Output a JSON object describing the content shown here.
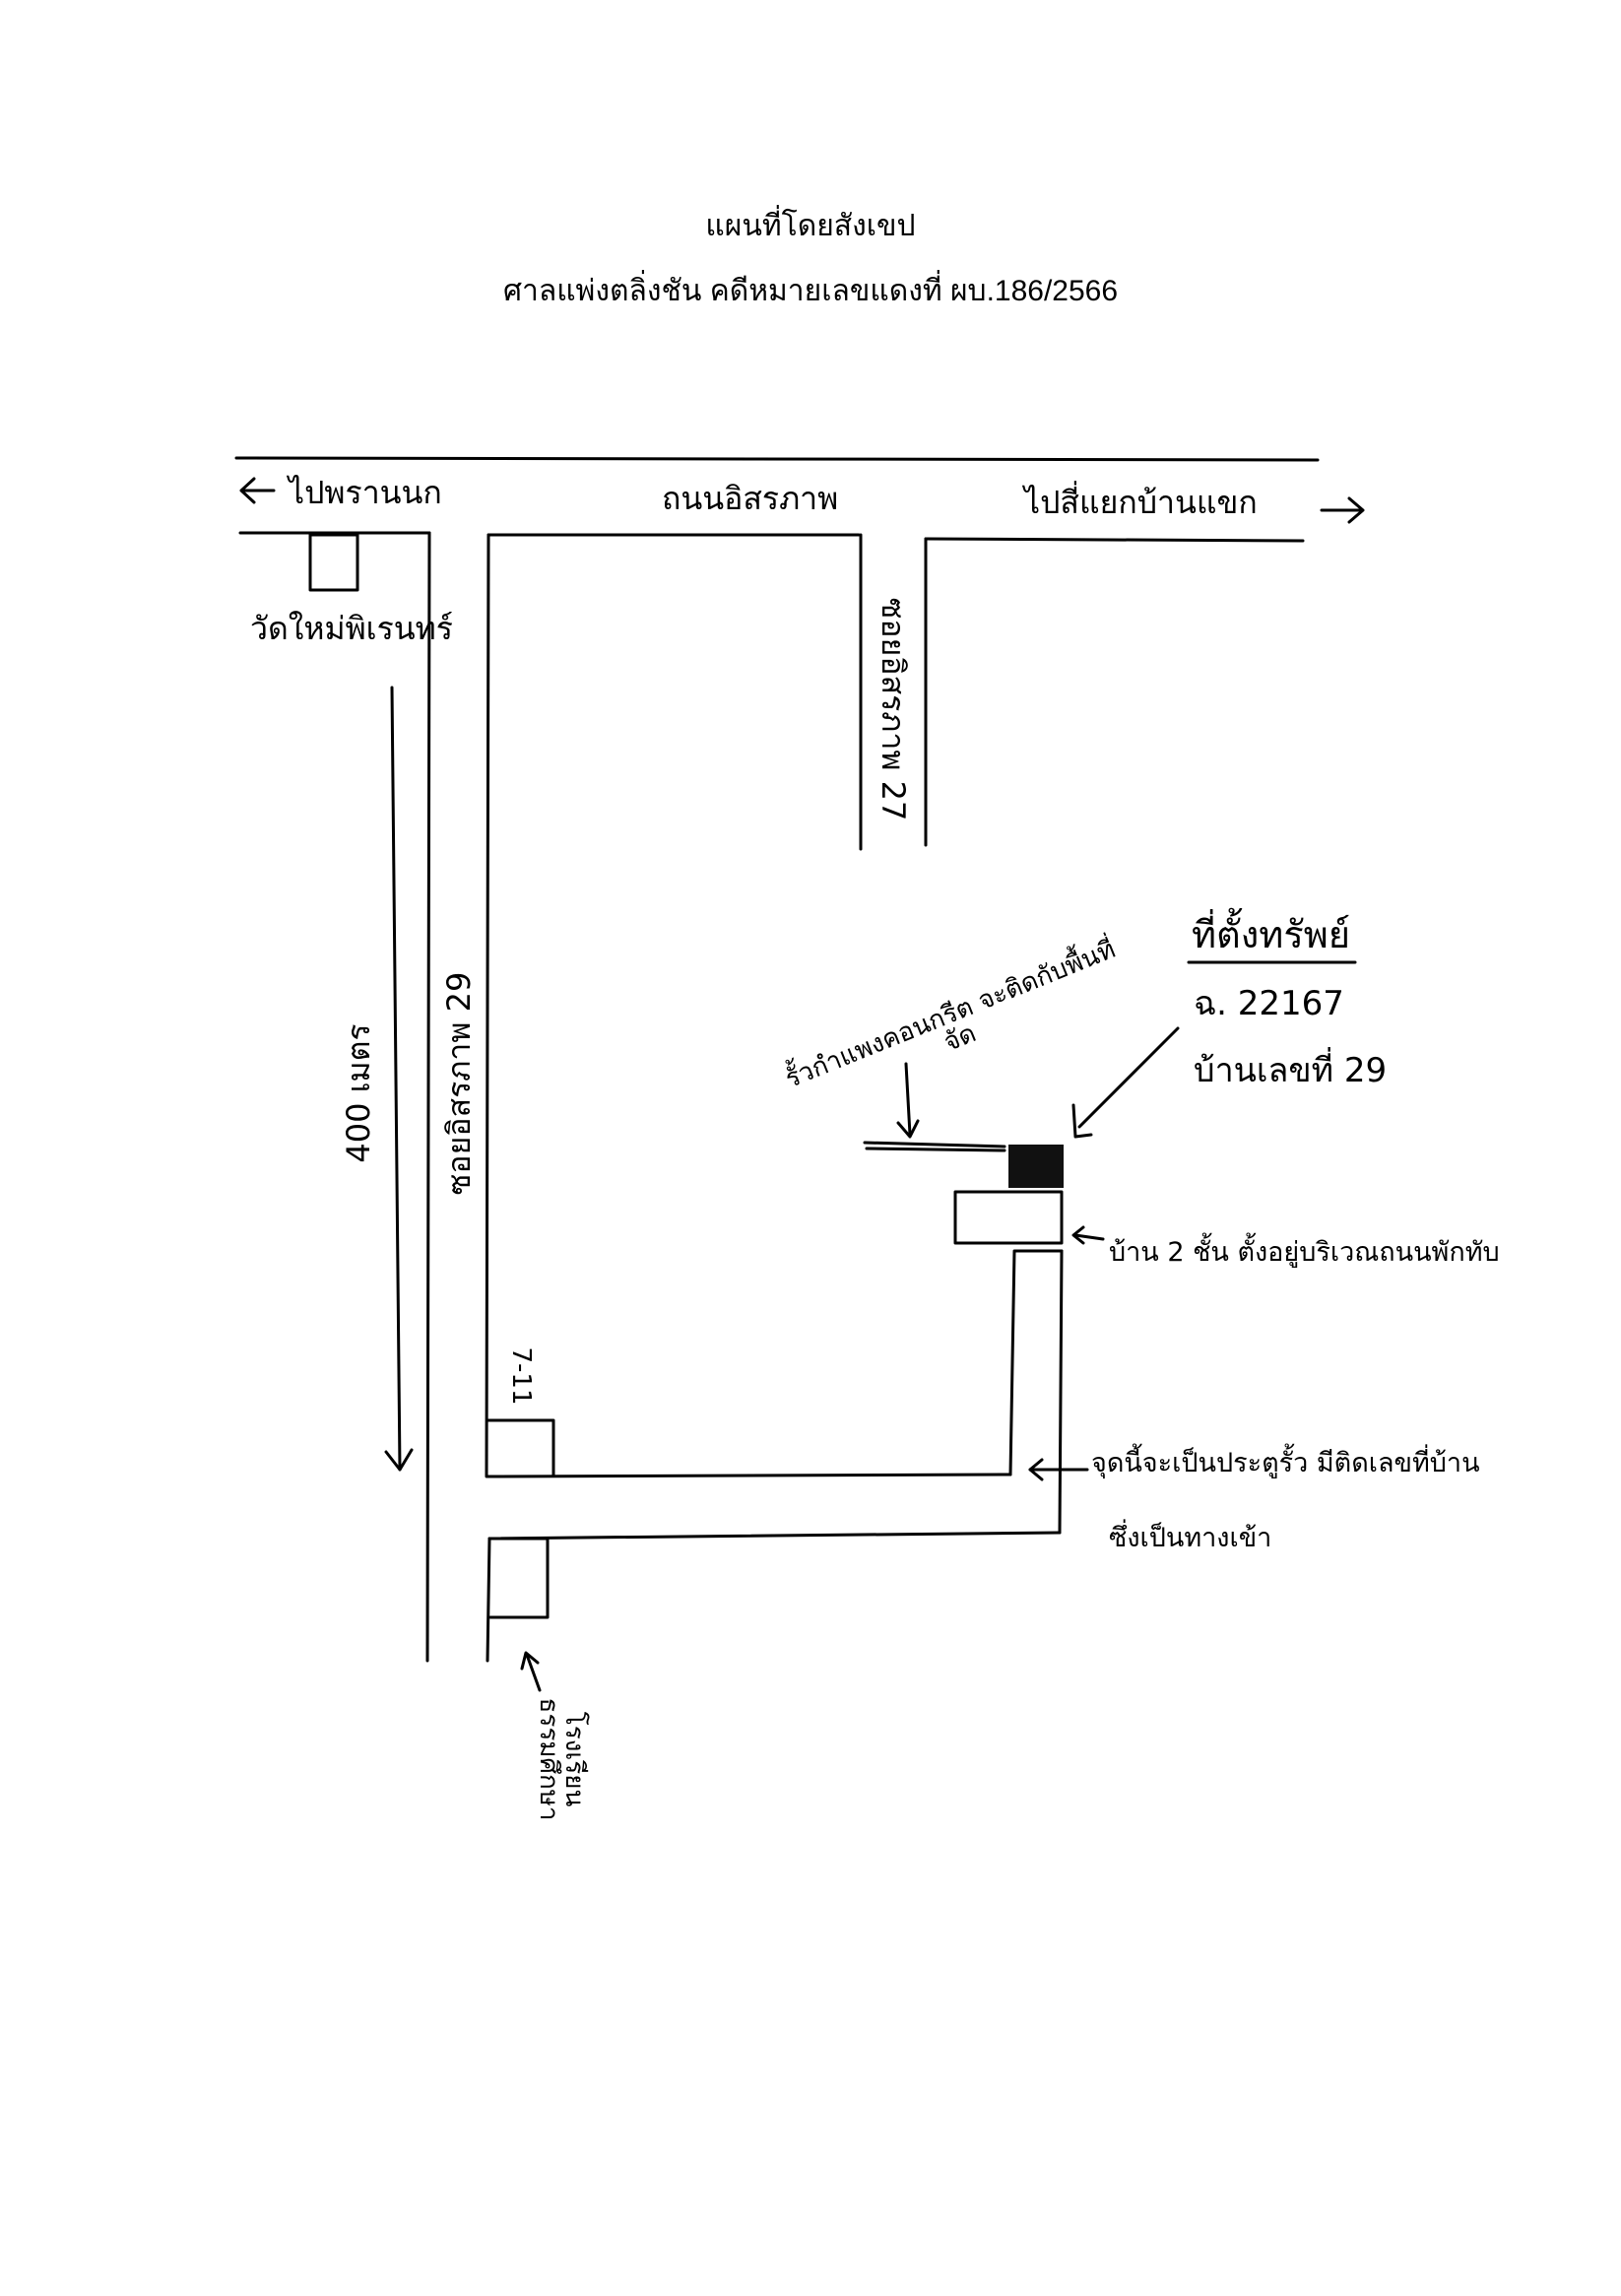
{
  "title": {
    "line1": "แผนที่โดยสังเขป",
    "line2": "ศาลแพ่งตลิ่งชัน   คดีหมายเลขแดงที่ ผบ.186/2566"
  },
  "roads": {
    "main_road": "ถนนอิสรภาพ",
    "to_left": "ไปพรานนก",
    "to_right": "ไปสี่แยกบ้านแขก",
    "soi_27": "ซอยอิสรภาพ 27",
    "soi_29": "ซอยอิสรภาพ 29"
  },
  "landmarks": {
    "temple": "วัดใหม่พิเรนทร์",
    "seven_eleven": "7-11",
    "school": "โรงเรียนธรรมศึกษา"
  },
  "distance": "400 เมตร",
  "property": {
    "heading": "ที่ตั้งทรัพย์",
    "deed": "ฉ. 22167",
    "house_no": "บ้านเลขที่ 29"
  },
  "annotations": {
    "wall": "รั้วกำแพงคอนกรีต จะติดกับพื้นที่จัด",
    "house": "บ้าน 2 ชั้น ตั้งอยู่บริเวณถนนพักทับ",
    "entrance_line1": "จุดนี้จะเป็นประตูรั้ว มีติดเลขที่บ้าน",
    "entrance_line2": "ซึ่งเป็นทางเข้า"
  }
}
